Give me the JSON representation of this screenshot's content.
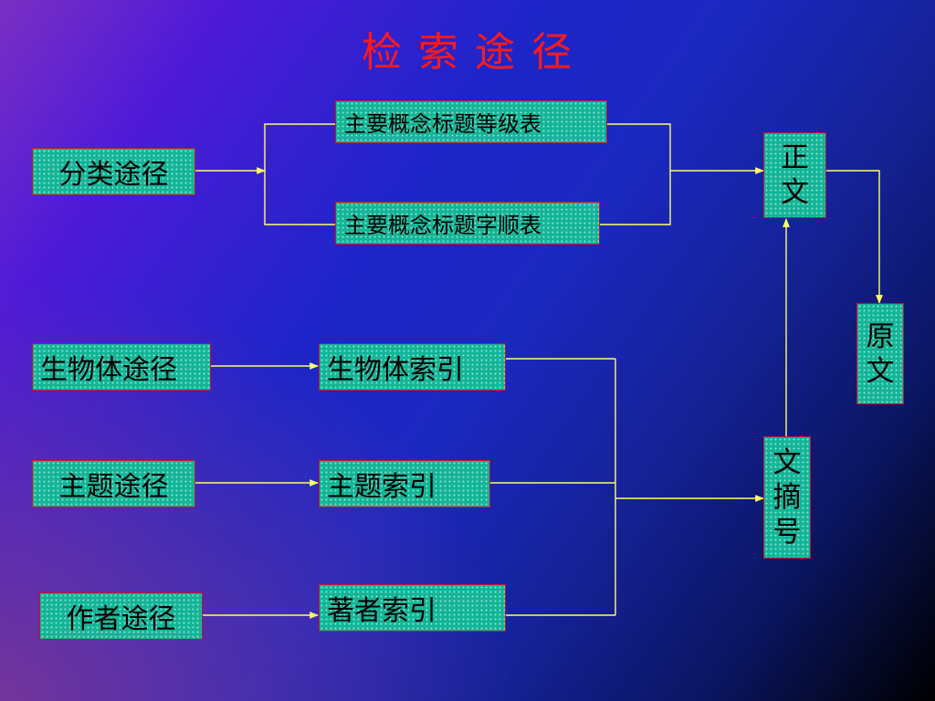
{
  "title": "检 索 途 径",
  "colors": {
    "title": "#ff1a1a",
    "box_fill": "#12b597",
    "box_border": "#c8102e",
    "connector": "#ffff66"
  },
  "nodes": {
    "classification_path": "分类途径",
    "organism_path": "生物体途径",
    "subject_path": "主题途径",
    "author_path": "作者途径",
    "hierarchy_table": "主要概念标题等级表",
    "alphabetical_table": "主要概念标题字顺表",
    "organism_index": "生物体索引",
    "subject_index": "主题索引",
    "author_index": "著者索引",
    "main_text": [
      "正",
      "文"
    ],
    "abstract_number": [
      "文",
      "摘",
      "号"
    ],
    "original_text": [
      "原",
      "文"
    ]
  }
}
